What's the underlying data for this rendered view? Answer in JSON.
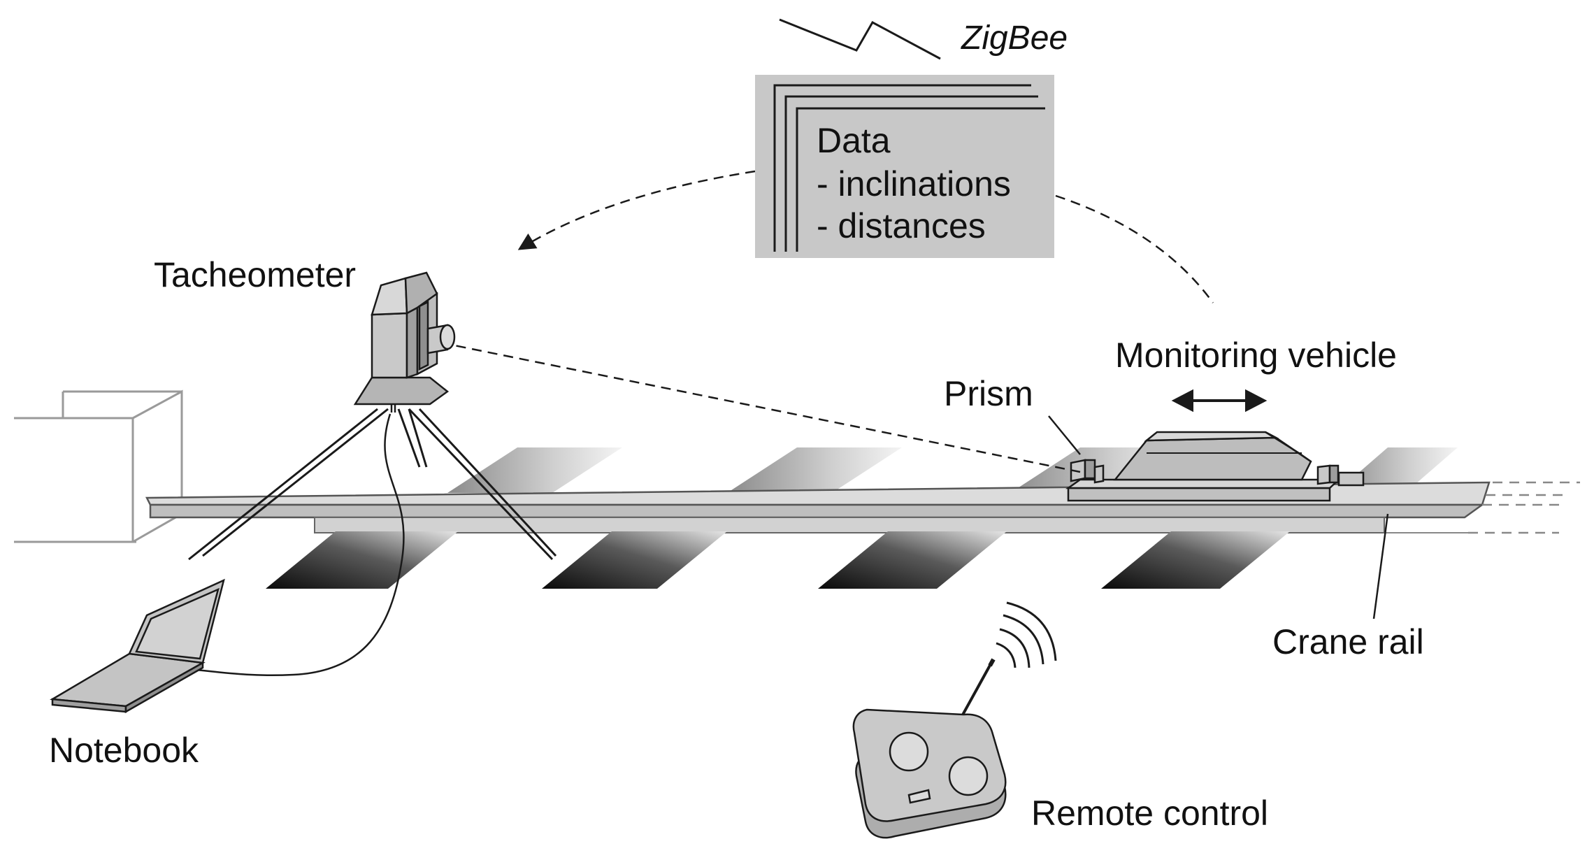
{
  "labels": {
    "zigbee": "ZigBee",
    "data_box": {
      "line1": "Data",
      "line2": "- inclinations",
      "line3": "- distances"
    },
    "tacheometer": "Tacheometer",
    "monitoring_vehicle": "Monitoring vehicle",
    "prism": "Prism",
    "crane_rail": "Crane rail",
    "notebook": "Notebook",
    "remote_control": "Remote control"
  },
  "colors": {
    "ink": "#1a1a1a",
    "box_fill": "#c8c8c8",
    "device_fill": "#bdbdbd",
    "rail_fill": "#d3d3d3"
  }
}
